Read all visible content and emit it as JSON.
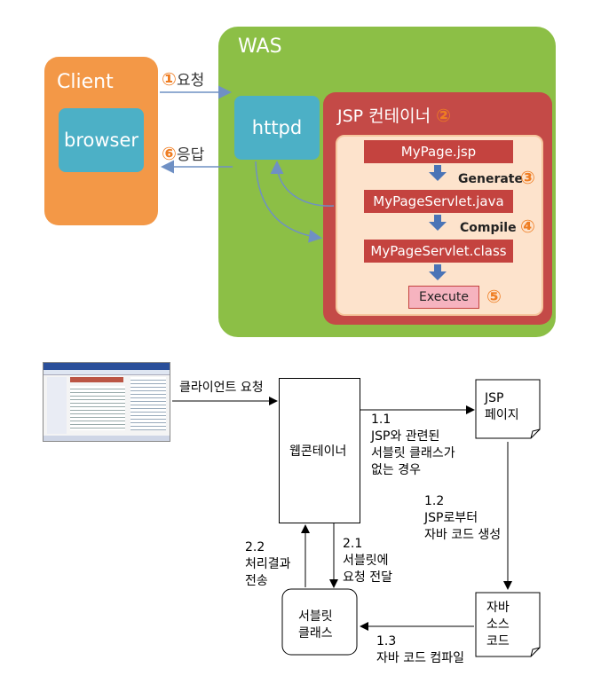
{
  "top": {
    "client_label": "Client",
    "browser_label": "browser",
    "was_label": "WAS",
    "httpd_label": "httpd",
    "jsp_container_label": "JSP 컨테이너",
    "step1_num": "①",
    "step1_label": "요청",
    "step6_num": "⑥",
    "step6_label": "응답",
    "file_jsp": "MyPage.jsp",
    "file_java": "MyPageServlet.java",
    "file_class": "MyPageServlet.class",
    "generate_label": "Generate",
    "generate_num": "③",
    "compile_label": "Compile",
    "compile_num": "④",
    "execute_label": "Execute",
    "execute_num": "⑤",
    "container_num": "②"
  },
  "bottom": {
    "client_request": "클라이언트 요청",
    "web_container": "웹콘테이너",
    "jsp_page_line1": "JSP",
    "jsp_page_line2": "페이지",
    "step_1_1_num": "1.1",
    "step_1_1_line1": "JSP와 관련된",
    "step_1_1_line2": "서블릿 클래스가",
    "step_1_1_line3": "없는 경우",
    "step_1_2_num": "1.2",
    "step_1_2_line1": "JSP로부터",
    "step_1_2_line2": "자바 코드 생성",
    "source_line1": "자바",
    "source_line2": "소스",
    "source_line3": "코드",
    "step_1_3_num": "1.3",
    "step_1_3_line1": "자바 코드 컴파일",
    "servlet_line1": "서블릿",
    "servlet_line2": "클래스",
    "step_2_1_num": "2.1",
    "step_2_1_line1": "서블릿에",
    "step_2_1_line2": "요청 전달",
    "step_2_2_num": "2.2",
    "step_2_2_line1": "처리결과",
    "step_2_2_line2": "전송"
  }
}
